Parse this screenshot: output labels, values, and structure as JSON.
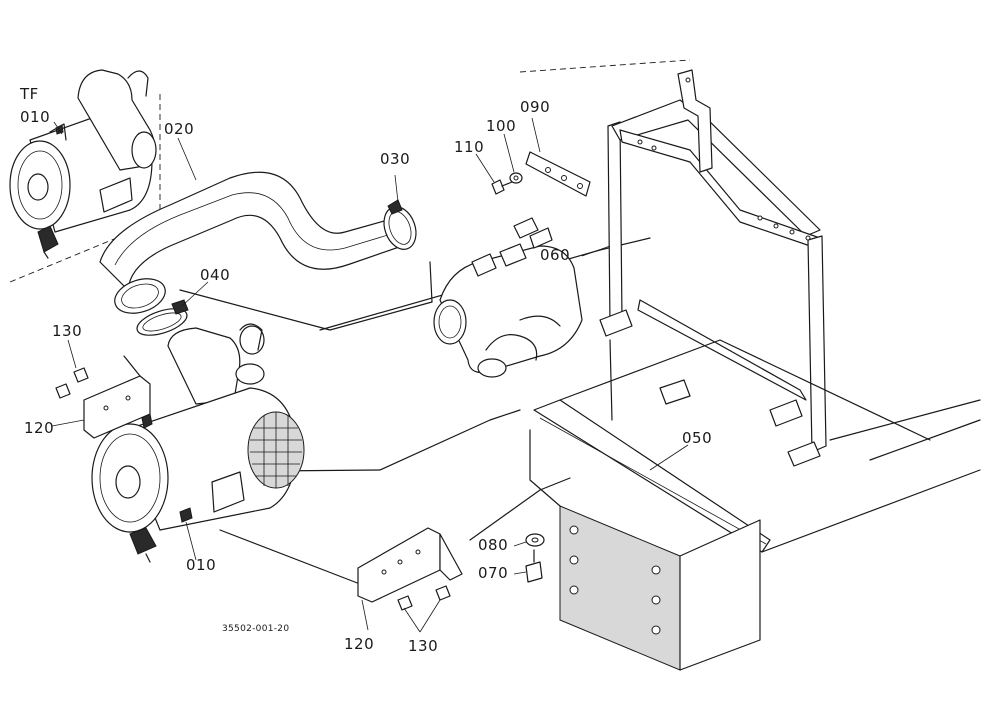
{
  "variant_label": "TF",
  "callouts": {
    "c010_top": "010",
    "c010_bottom": "010",
    "c020": "020",
    "c030": "030",
    "c040": "040",
    "c050": "050",
    "c060": "060",
    "c070": "070",
    "c080": "080",
    "c090": "090",
    "c100": "100",
    "c110": "110",
    "c120_left": "120",
    "c120_bottom": "120",
    "c130_left": "130",
    "c130_bottom": "130"
  },
  "drawing_code": "35502-001-20"
}
